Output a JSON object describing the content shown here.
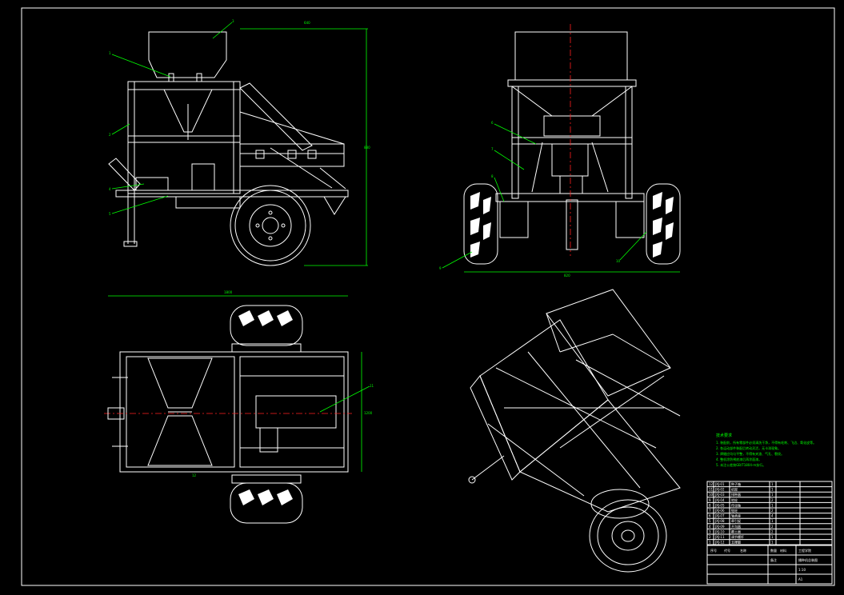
{
  "drawing": {
    "part_numbers": [
      "1",
      "2",
      "3",
      "4",
      "5",
      "6",
      "7",
      "8",
      "9",
      "10",
      "11",
      "12"
    ],
    "dimension_labels": [
      "880",
      "820",
      "1800",
      "1200",
      "640"
    ],
    "notes_title": "技术要求",
    "notes": [
      "1. 装配前，所有零部件必须清洗干净，不得有毛刺、飞边、氧化皮等。",
      "2. 各运动部件装配后转动灵活，无卡滞现象。",
      "3. 焊缝应均匀平整，不得有夹渣、气孔、裂纹。",
      "4. 整机涂防锈底漆后再涂面漆。",
      "5. 未注公差按GB/T1804-m执行。"
    ],
    "bom_rows": [
      {
        "code": "JXJ-01",
        "name": "种子箱",
        "qty": "1"
      },
      {
        "code": "JXJ-02",
        "name": "机架",
        "qty": "1"
      },
      {
        "code": "JXJ-03",
        "name": "排种器",
        "qty": "1"
      },
      {
        "code": "JXJ-04",
        "name": "地轮",
        "qty": "2"
      },
      {
        "code": "JXJ-05",
        "name": "传动轴",
        "qty": "1"
      },
      {
        "code": "JXJ-06",
        "name": "链轮",
        "qty": "2"
      },
      {
        "code": "JXJ-07",
        "name": "轴承座",
        "qty": "4"
      },
      {
        "code": "JXJ-08",
        "name": "牵引架",
        "qty": "1"
      },
      {
        "code": "JXJ-09",
        "name": "开沟器",
        "qty": "2"
      },
      {
        "code": "JXJ-10",
        "name": "覆土器",
        "qty": "2"
      },
      {
        "code": "JXJ-11",
        "name": "调节螺杆",
        "qty": "1"
      },
      {
        "code": "JXJ-12",
        "name": "支撑腿",
        "qty": "1"
      }
    ],
    "title_block": {
      "title": "播种机总装图",
      "school": "工程学院",
      "scale": "1:10",
      "sheet": "A1",
      "headers": [
        "序号",
        "代号",
        "名称",
        "数量",
        "材料",
        "备注"
      ]
    }
  }
}
